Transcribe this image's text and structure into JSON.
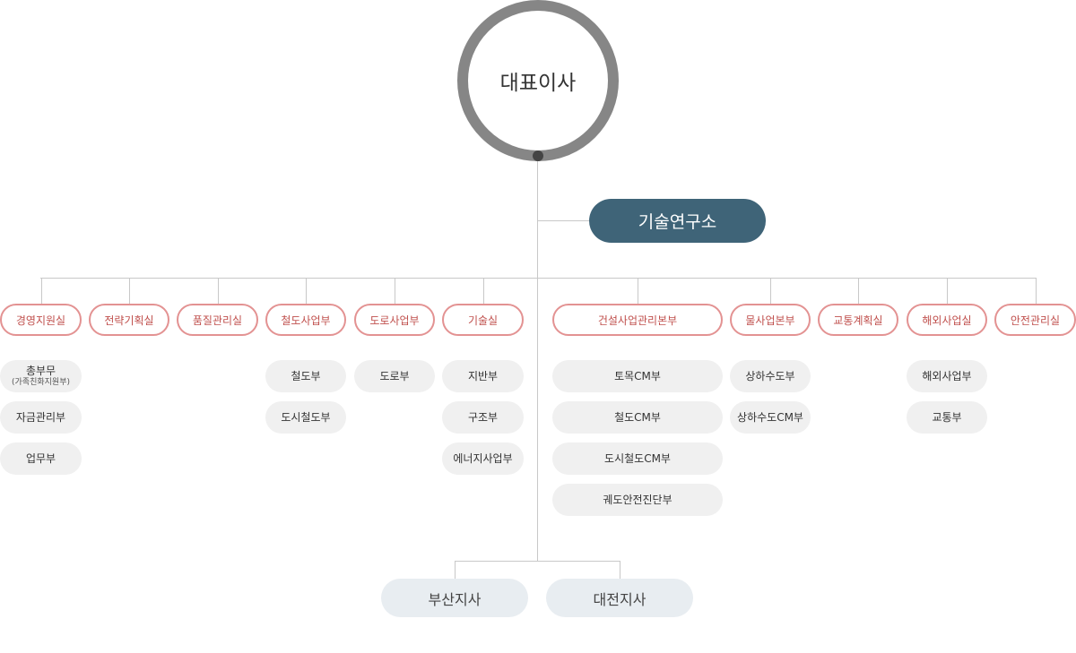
{
  "ceo": "대표이사",
  "research": "기술연구소",
  "departments": [
    {
      "label": "경영지원실",
      "subs": [
        {
          "label": "총부무",
          "note": "(가족친화지원부)"
        },
        {
          "label": "자금관리부"
        },
        {
          "label": "업무부"
        }
      ]
    },
    {
      "label": "전략기획실",
      "subs": []
    },
    {
      "label": "품질관리실",
      "subs": []
    },
    {
      "label": "철도사업부",
      "subs": [
        {
          "label": "철도부"
        },
        {
          "label": "도시철도부"
        }
      ]
    },
    {
      "label": "도로사업부",
      "subs": [
        {
          "label": "도로부"
        }
      ]
    },
    {
      "label": "기술실",
      "subs": [
        {
          "label": "지반부"
        },
        {
          "label": "구조부"
        },
        {
          "label": "에너지사업부"
        }
      ]
    },
    {
      "label": "건설사업관리본부",
      "subs": [
        {
          "label": "토목CM부"
        },
        {
          "label": "철도CM부"
        },
        {
          "label": "도시철도CM부"
        },
        {
          "label": "궤도안전진단부"
        }
      ]
    },
    {
      "label": "물사업본부",
      "subs": [
        {
          "label": "상하수도부"
        },
        {
          "label": "상하수도CM부"
        }
      ]
    },
    {
      "label": "교통계획실",
      "subs": []
    },
    {
      "label": "해외사업실",
      "subs": [
        {
          "label": "해외사업부"
        },
        {
          "label": "교통부"
        }
      ]
    },
    {
      "label": "안전관리실",
      "subs": []
    }
  ],
  "branches": [
    "부산지사",
    "대전지사"
  ],
  "colors": {
    "ring": "#868686",
    "research": "#3f6478",
    "dept_border": "#e39292",
    "dept_text": "#c0504d",
    "sub_bg": "#f0f0f0",
    "branch_bg": "#e8edf1"
  }
}
